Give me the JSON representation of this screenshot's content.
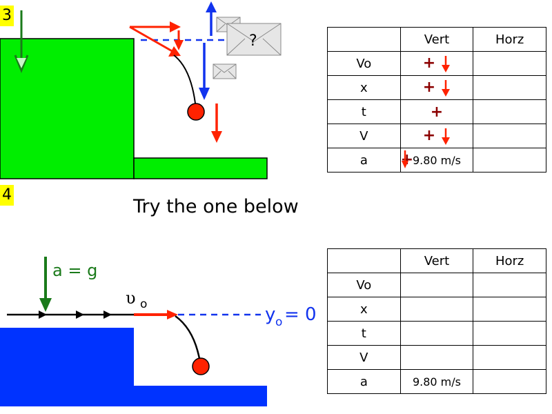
{
  "top_diagram": {
    "badge": "3",
    "mystery_label": "?"
  },
  "bottom_diagram": {
    "badge": "4",
    "accel_label": "a = g",
    "v0_label": "υ",
    "v0_sub": "o",
    "y0_label": "y",
    "y0_sub": "o",
    "y0_value": "= 0"
  },
  "heading": "Try the one below",
  "table_top": {
    "headers": [
      "",
      "Vert",
      "Horz"
    ],
    "rows": [
      {
        "label": "Vo",
        "vert_sign": "+",
        "vert_arrow": true,
        "vert_value": "",
        "horz": ""
      },
      {
        "label": "x",
        "vert_sign": "+",
        "vert_arrow": true,
        "vert_value": "",
        "horz": ""
      },
      {
        "label": "t",
        "vert_sign": "+",
        "vert_arrow": false,
        "vert_value": "",
        "horz": ""
      },
      {
        "label": "V",
        "vert_sign": "+",
        "vert_arrow": true,
        "vert_value": "",
        "horz": ""
      },
      {
        "label": "a",
        "vert_sign": "+",
        "vert_arrow": true,
        "vert_value": "9.80 m/s",
        "horz": ""
      }
    ]
  },
  "table_bottom": {
    "headers": [
      "",
      "Vert",
      "Horz"
    ],
    "rows": [
      {
        "label": "Vo",
        "vert_value": "",
        "horz": ""
      },
      {
        "label": "x",
        "vert_value": "",
        "horz": ""
      },
      {
        "label": "t",
        "vert_value": "",
        "horz": ""
      },
      {
        "label": "V",
        "vert_value": "",
        "horz": ""
      },
      {
        "label": "a",
        "vert_value": "9.80 m/s",
        "horz": ""
      }
    ]
  },
  "colors": {
    "cliff_top": "#00ee00",
    "cliff_bottom": "#0033ff",
    "red_arrow": "#ff2200",
    "blue_arrow": "#1133ee",
    "green_arrow": "#1a7a1a",
    "sign": "#8b0000"
  }
}
